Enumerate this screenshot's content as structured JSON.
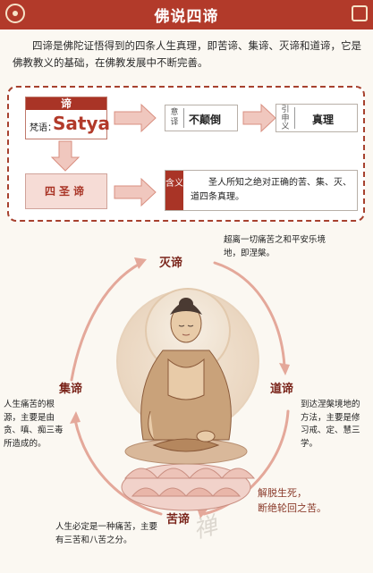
{
  "header": {
    "title": "佛说四谛"
  },
  "intro": "四谛是佛陀证悟得到的四条人生真理，即苦谛、集谛、灭谛和道谛，它是佛教教义的基础，在佛教发展中不断完善。",
  "diagram": {
    "term": {
      "heading": "谛",
      "sanskrit_label": "梵语：",
      "sanskrit": "Satya"
    },
    "meaning": {
      "label": "意译",
      "value": "不颠倒"
    },
    "extended": {
      "label": "引申义",
      "value": "真理"
    },
    "four_truths": {
      "label": "四圣谛"
    },
    "definition": {
      "label": "含义",
      "value": "圣人所知之绝对正确的苦、集、灭、道四条真理。"
    }
  },
  "cycle": {
    "mie": {
      "title": "灭谛",
      "note": "超离一切痛苦之和平安乐境地，即涅槃。"
    },
    "dao": {
      "title": "道谛",
      "note": "到达涅槃境地的方法，主要是修习戒、定、慧三学。"
    },
    "ku": {
      "title": "苦谛",
      "note": "人生必定是一种痛苦，主要有三苦和八苦之分。"
    },
    "ji": {
      "title": "集谛",
      "note": "人生痛苦的根源，主要是由贪、嗔、痴三毒所造成的。"
    },
    "center_note": [
      "解脱生死，",
      "断绝轮回之苦。"
    ]
  },
  "colors": {
    "brand": "#b23a2a",
    "accent": "#a93426",
    "arrow": "#e4a89a"
  }
}
